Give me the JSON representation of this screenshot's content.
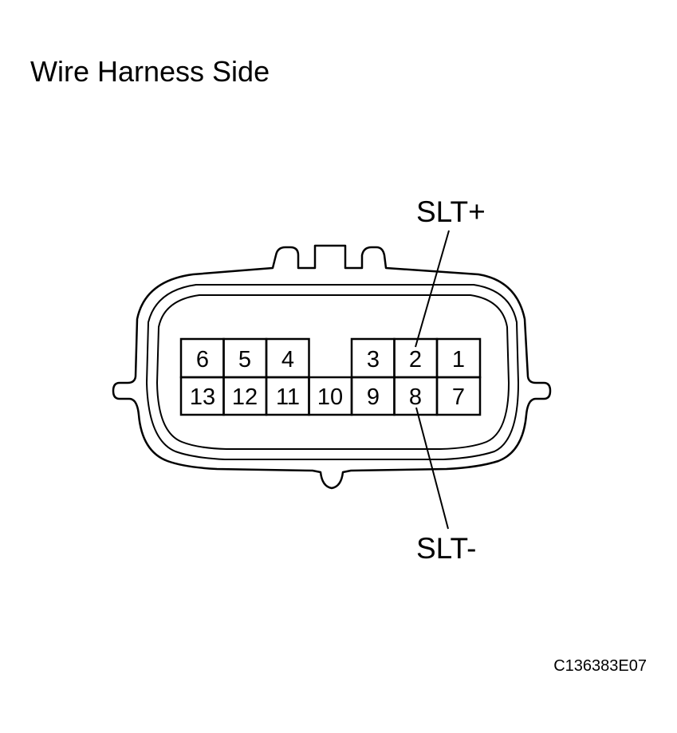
{
  "title": "Wire Harness Side",
  "figure_code": "C136383E07",
  "pins": {
    "p1": "1",
    "p2": "2",
    "p3": "3",
    "p4": "4",
    "p5": "5",
    "p6": "6",
    "p7": "7",
    "p8": "8",
    "p9": "9",
    "p10": "10",
    "p11": "11",
    "p12": "12",
    "p13": "13"
  },
  "callouts": {
    "top": {
      "label": "SLT+",
      "pin": "2"
    },
    "bottom": {
      "label": "SLT-",
      "pin": "8"
    }
  }
}
